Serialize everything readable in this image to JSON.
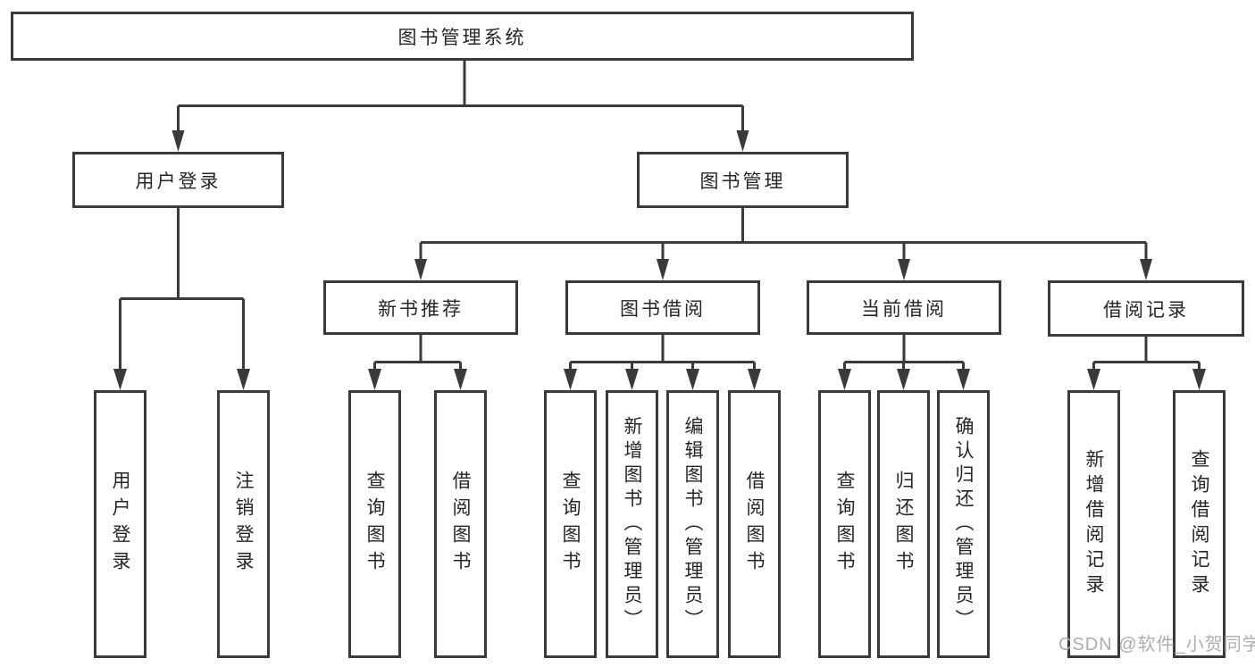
{
  "diagram": {
    "title_node": {
      "label": "图书管理系统"
    },
    "branches": {
      "user_login": {
        "label": "用户登录"
      },
      "book_mgmt": {
        "label": "图书管理"
      }
    },
    "sections": {
      "new_book": {
        "label": "新书推荐"
      },
      "book_borrow": {
        "label": "图书借阅"
      },
      "current_borrow": {
        "label": "当前借阅"
      },
      "borrow_record": {
        "label": "借阅记录"
      }
    },
    "leaves": {
      "user_login": {
        "label": "用户登录"
      },
      "logout": {
        "label": "注销登录"
      },
      "newbook_query_book": {
        "label": "查询图书"
      },
      "newbook_borrow_book": {
        "label": "借阅图书"
      },
      "borrow_query_book": {
        "label": "查询图书"
      },
      "borrow_add_book": {
        "label": "新增图书（管理员）"
      },
      "borrow_edit_book": {
        "label": "编辑图书（管理员）"
      },
      "borrow_borrow_book": {
        "label": "借阅图书"
      },
      "current_query_book": {
        "label": "查询图书"
      },
      "current_return_book": {
        "label": "归还图书"
      },
      "current_confirm_return": {
        "label": "确认归还（管理员）"
      },
      "record_add_record": {
        "label": "新增借阅记录"
      },
      "record_query_record": {
        "label": "查询借阅记录"
      }
    }
  },
  "watermark": {
    "text": "CSDN @软件_小贺同学"
  },
  "colors": {
    "line": "#3a3a3a",
    "text": "#262626",
    "watermark": "#aaaaaa",
    "background": "#ffffff"
  }
}
